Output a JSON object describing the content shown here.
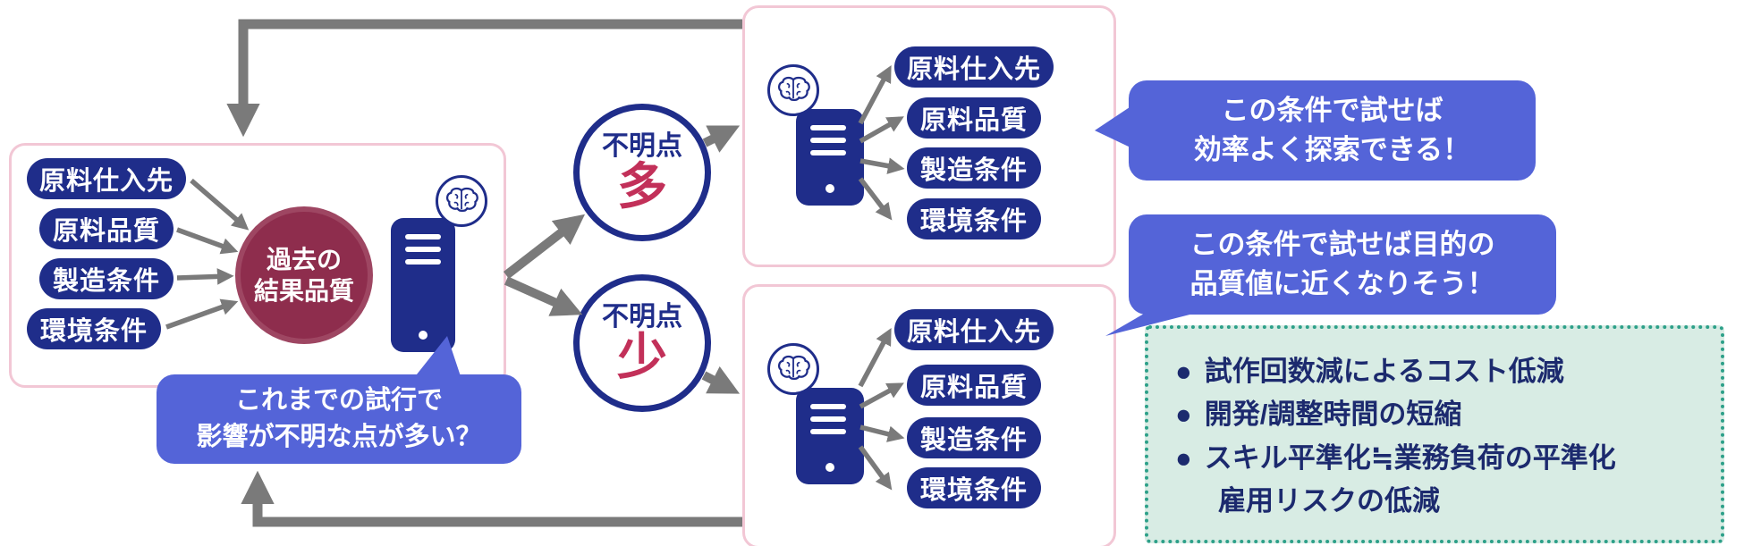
{
  "colors": {
    "navy": "#1f2d8a",
    "maroon_circle": "#8e2d4d",
    "bubble_blue": "#5464d8",
    "crimson_accent": "#c23059",
    "pink_panel_border": "#f2c7d5",
    "teal_border": "#2da089",
    "teal_bg": "#d8ece4",
    "arrow_gray": "#7a7a7a"
  },
  "left_box": {
    "factors": [
      "原料仕入先",
      "原料品質",
      "製造条件",
      "環境条件"
    ],
    "result_circle": {
      "line1": "過去の",
      "line2": "結果品質"
    }
  },
  "question_bubble": {
    "line1": "これまでの試行で",
    "line2": "影響が不明な点が多い？"
  },
  "branches": {
    "top": {
      "label": "不明点",
      "value": "多"
    },
    "bottom": {
      "label": "不明点",
      "value": "少"
    }
  },
  "explore_box": {
    "factors": [
      "原料仕入先",
      "原料品質",
      "製造条件",
      "環境条件"
    ]
  },
  "optimize_box": {
    "factors": [
      "原料仕入先",
      "原料品質",
      "製造条件",
      "環境条件"
    ]
  },
  "explore_bubble": {
    "line1": "この条件で試せば",
    "line2": "効率よく探索できる！"
  },
  "optimize_bubble": {
    "line1": "この条件で試せば目的の",
    "line2": "品質値に近くなりそう！"
  },
  "benefits": {
    "bullet": "●",
    "items": [
      "試作回数減によるコスト低減",
      "開発/調整時間の短縮",
      "スキル平準化≒業務負荷の平準化"
    ],
    "continuation": "雇用リスクの低減"
  }
}
